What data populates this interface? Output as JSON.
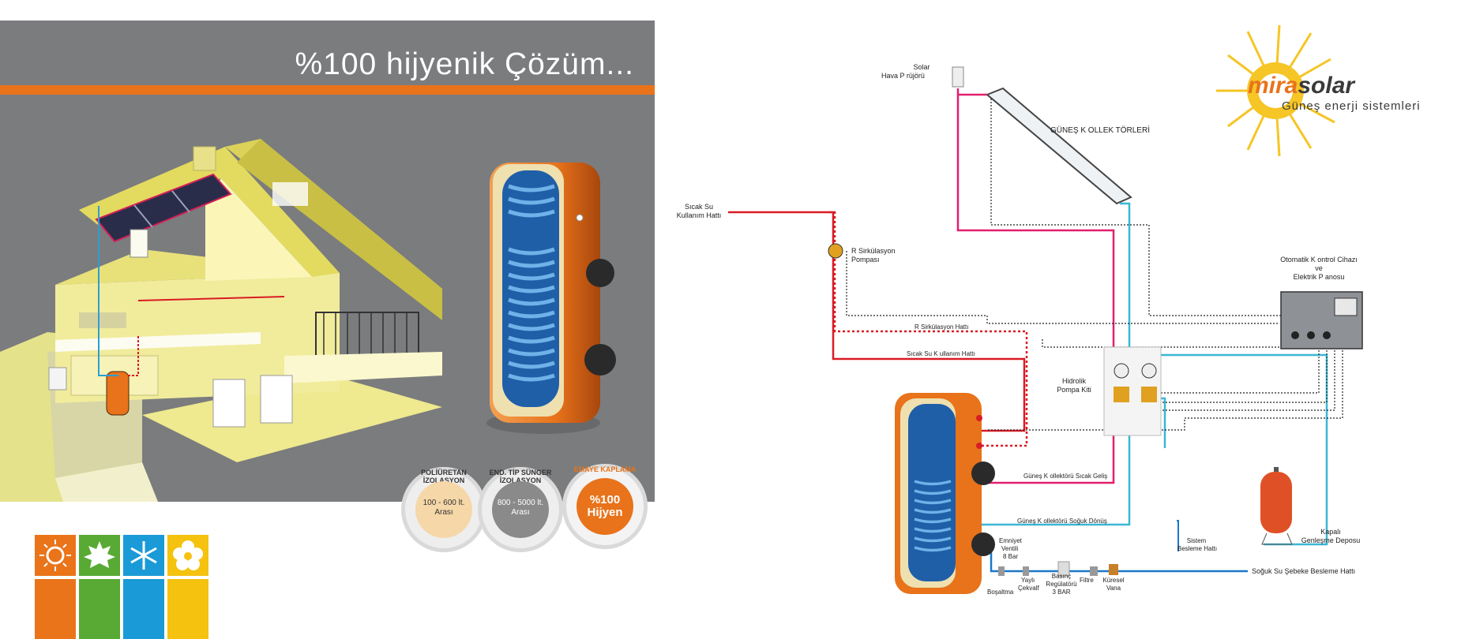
{
  "hero": {
    "title": "%100 hijyenik Çözüm..."
  },
  "badges": [
    {
      "arc": "POLİÜRETAN İZOLASYON",
      "text": "100 - 600 lt. Arası"
    },
    {
      "arc": "END. TİP SÜNGER İZOLASYON",
      "text": "800 - 5000 lt. Arası"
    },
    {
      "arc": "EMAYE KAPLAMA",
      "text": "%100 Hijyen"
    }
  ],
  "brand": {
    "name_prefix": "mira",
    "name_suffix": "solar",
    "tagline": "Güneş enerji sistemleri"
  },
  "seasons": [
    {
      "icon": "sun-icon",
      "color": "#ea7419"
    },
    {
      "icon": "leaf-icon",
      "color": "#58aa34"
    },
    {
      "icon": "snowflake-icon",
      "color": "#1a9ad6"
    },
    {
      "icon": "flower-icon",
      "color": "#f4c20f"
    }
  ],
  "colors": {
    "hot": "#e21f6d",
    "cold": "#3ab7d4",
    "hot_use": "#d91b24",
    "mains": "#1a78c8",
    "accent": "#e8731b"
  },
  "labels": {
    "solar_air": "Solar",
    "solar_air2": "Hava P rüjörü",
    "collectors": "GÜNEŞ K OLLEK TÖRLERİ",
    "hot_use_a": "Sıcak Su",
    "hot_use_b": "Kullanım Hattı",
    "recirc_pump_a": "R Sirkülasyon",
    "recirc_pump_b": "Pompası",
    "recirc_line": "R Sirkülasyon Hattı",
    "hot_use_line": "Sıcak Su K ullanım Hattı",
    "controller_a": "Otomatik K ontrol Cihazı",
    "controller_b": "ve",
    "controller_c": "Elektrik P anosu",
    "pump_kit_a": "Hidrolik",
    "pump_kit_b": "Pompa Kiti",
    "collector_hot": "Güneş K ollektörü Sıcak Geliş",
    "collector_cold": "Güneş K ollektörü Soğuk Dönüş",
    "safety_a": "Emniyet",
    "safety_b": "Ventili",
    "safety_c": "8 Bar",
    "drain": "Boşaltma",
    "check_a": "Yaylı",
    "check_b": "Çekvalf",
    "reg_a": "Basınç",
    "reg_b": "Regülatörü",
    "reg_c": "3 BAR",
    "filter": "Filtre",
    "ball_a": "Küresel",
    "ball_b": "Vana",
    "feed_a": "Sistem",
    "feed_b": "Besleme Hattı",
    "mains": "Soğuk Su Şebeke Besleme Hattı",
    "expansion_a": "Kapalı",
    "expansion_b": "Genleşme Deposu"
  }
}
